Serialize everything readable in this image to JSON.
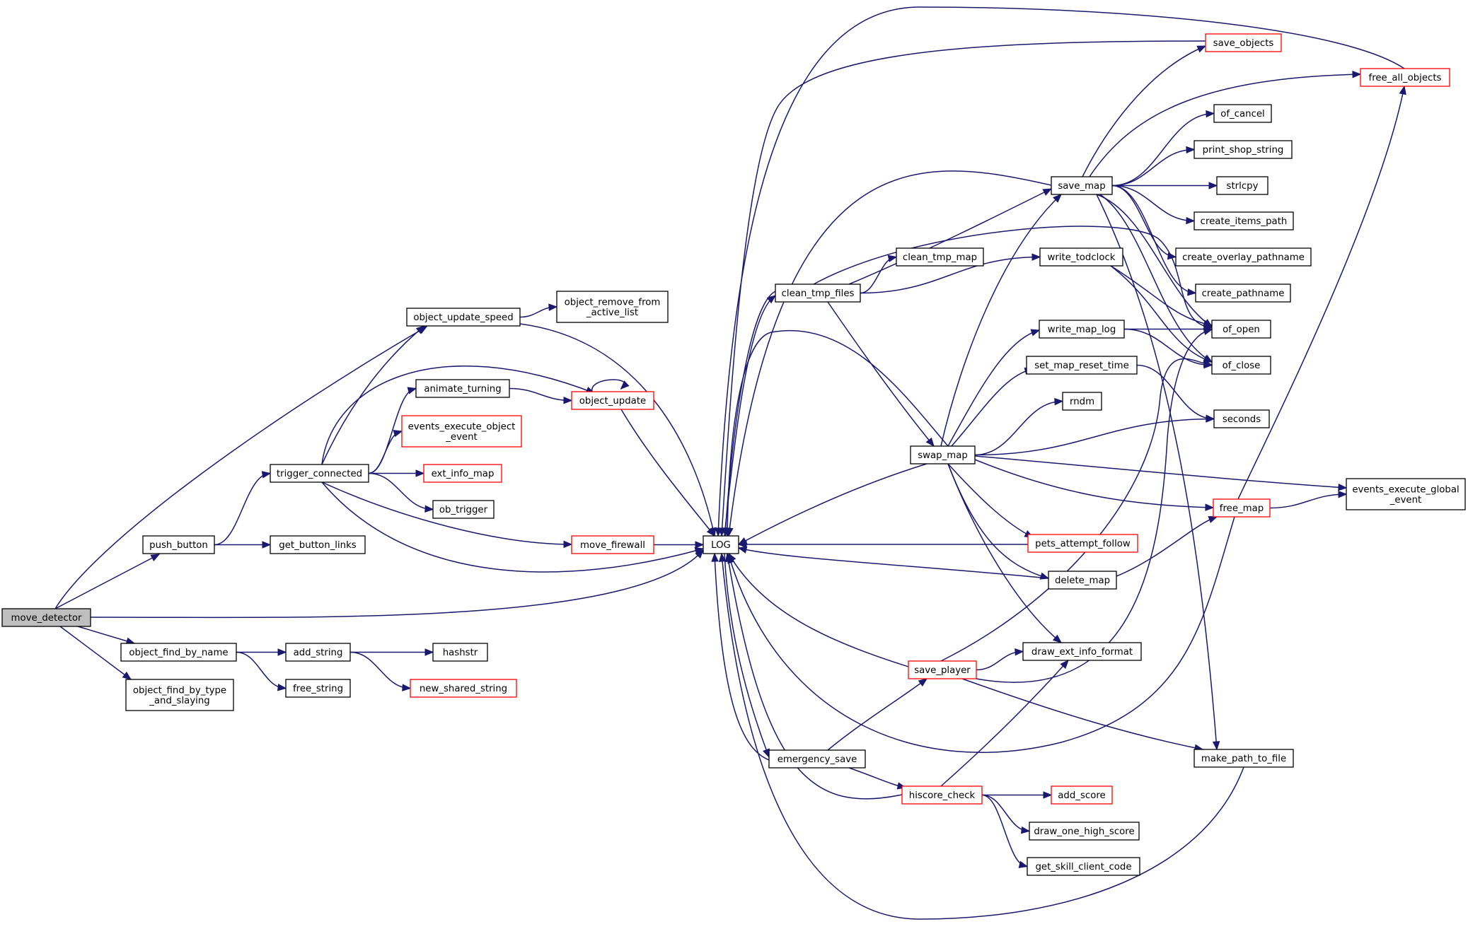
{
  "colors": {
    "edge": "#191970",
    "border": "#000000",
    "incomplete_border": "#ff0000",
    "root_fill": "#bfbfbf",
    "background": "#ffffff"
  },
  "nodes": {
    "move_detector": {
      "lines": [
        "move_detector"
      ],
      "style": "root"
    },
    "object_update_speed": {
      "lines": [
        "object_update_speed"
      ],
      "style": "normal"
    },
    "object_remove_from_active_list": {
      "lines": [
        "object_remove_from",
        "_active_list"
      ],
      "style": "normal"
    },
    "animate_turning": {
      "lines": [
        "animate_turning"
      ],
      "style": "normal"
    },
    "object_update": {
      "lines": [
        "object_update"
      ],
      "style": "red"
    },
    "events_execute_object_event": {
      "lines": [
        "events_execute_object",
        "_event"
      ],
      "style": "red"
    },
    "trigger_connected": {
      "lines": [
        "trigger_connected"
      ],
      "style": "normal"
    },
    "ext_info_map": {
      "lines": [
        "ext_info_map"
      ],
      "style": "red"
    },
    "ob_trigger": {
      "lines": [
        "ob_trigger"
      ],
      "style": "normal"
    },
    "push_button": {
      "lines": [
        "push_button"
      ],
      "style": "normal"
    },
    "get_button_links": {
      "lines": [
        "get_button_links"
      ],
      "style": "normal"
    },
    "move_firewall": {
      "lines": [
        "move_firewall"
      ],
      "style": "red"
    },
    "LOG": {
      "lines": [
        "LOG"
      ],
      "style": "normal"
    },
    "object_find_by_name": {
      "lines": [
        "object_find_by_name"
      ],
      "style": "normal"
    },
    "add_string": {
      "lines": [
        "add_string"
      ],
      "style": "normal"
    },
    "hashstr": {
      "lines": [
        "hashstr"
      ],
      "style": "normal"
    },
    "free_string": {
      "lines": [
        "free_string"
      ],
      "style": "normal"
    },
    "new_shared_string": {
      "lines": [
        "new_shared_string"
      ],
      "style": "red"
    },
    "object_find_by_type_and_slaying": {
      "lines": [
        "object_find_by_type",
        "_and_slaying"
      ],
      "style": "normal"
    },
    "clean_tmp_files": {
      "lines": [
        "clean_tmp_files"
      ],
      "style": "normal"
    },
    "clean_tmp_map": {
      "lines": [
        "clean_tmp_map"
      ],
      "style": "normal"
    },
    "write_todclock": {
      "lines": [
        "write_todclock"
      ],
      "style": "normal"
    },
    "save_map": {
      "lines": [
        "save_map"
      ],
      "style": "normal"
    },
    "save_objects": {
      "lines": [
        "save_objects"
      ],
      "style": "red"
    },
    "free_all_objects": {
      "lines": [
        "free_all_objects"
      ],
      "style": "red"
    },
    "of_cancel": {
      "lines": [
        "of_cancel"
      ],
      "style": "normal"
    },
    "print_shop_string": {
      "lines": [
        "print_shop_string"
      ],
      "style": "normal"
    },
    "strlcpy": {
      "lines": [
        "strlcpy"
      ],
      "style": "normal"
    },
    "create_items_path": {
      "lines": [
        "create_items_path"
      ],
      "style": "normal"
    },
    "create_overlay_pathname": {
      "lines": [
        "create_overlay_pathname"
      ],
      "style": "normal"
    },
    "create_pathname": {
      "lines": [
        "create_pathname"
      ],
      "style": "normal"
    },
    "of_open": {
      "lines": [
        "of_open"
      ],
      "style": "normal"
    },
    "of_close": {
      "lines": [
        "of_close"
      ],
      "style": "normal"
    },
    "write_map_log": {
      "lines": [
        "write_map_log"
      ],
      "style": "normal"
    },
    "set_map_reset_time": {
      "lines": [
        "set_map_reset_time"
      ],
      "style": "normal"
    },
    "rndm": {
      "lines": [
        "rndm"
      ],
      "style": "normal"
    },
    "seconds": {
      "lines": [
        "seconds"
      ],
      "style": "normal"
    },
    "swap_map": {
      "lines": [
        "swap_map"
      ],
      "style": "normal"
    },
    "events_execute_global_event": {
      "lines": [
        "events_execute_global",
        "_event"
      ],
      "style": "normal"
    },
    "free_map": {
      "lines": [
        "free_map"
      ],
      "style": "red"
    },
    "pets_attempt_follow": {
      "lines": [
        "pets_attempt_follow"
      ],
      "style": "red"
    },
    "delete_map": {
      "lines": [
        "delete_map"
      ],
      "style": "normal"
    },
    "draw_ext_info_format": {
      "lines": [
        "draw_ext_info_format"
      ],
      "style": "normal"
    },
    "save_player": {
      "lines": [
        "save_player"
      ],
      "style": "red"
    },
    "make_path_to_file": {
      "lines": [
        "make_path_to_file"
      ],
      "style": "normal"
    },
    "emergency_save": {
      "lines": [
        "emergency_save"
      ],
      "style": "normal"
    },
    "hiscore_check": {
      "lines": [
        "hiscore_check"
      ],
      "style": "red"
    },
    "add_score": {
      "lines": [
        "add_score"
      ],
      "style": "red"
    },
    "draw_one_high_score": {
      "lines": [
        "draw_one_high_score"
      ],
      "style": "normal"
    },
    "get_skill_client_code": {
      "lines": [
        "get_skill_client_code"
      ],
      "style": "normal"
    }
  },
  "edges": [
    [
      "move_detector",
      "object_update_speed"
    ],
    [
      "move_detector",
      "push_button"
    ],
    [
      "move_detector",
      "LOG"
    ],
    [
      "move_detector",
      "object_find_by_name"
    ],
    [
      "move_detector",
      "object_find_by_type_and_slaying"
    ],
    [
      "object_update_speed",
      "object_remove_from_active_list"
    ],
    [
      "object_update_speed",
      "LOG"
    ],
    [
      "push_button",
      "trigger_connected"
    ],
    [
      "push_button",
      "get_button_links"
    ],
    [
      "trigger_connected",
      "object_update_speed"
    ],
    [
      "trigger_connected",
      "object_update"
    ],
    [
      "trigger_connected",
      "animate_turning"
    ],
    [
      "trigger_connected",
      "events_execute_object_event"
    ],
    [
      "trigger_connected",
      "ext_info_map"
    ],
    [
      "trigger_connected",
      "ob_trigger"
    ],
    [
      "trigger_connected",
      "move_firewall"
    ],
    [
      "trigger_connected",
      "LOG"
    ],
    [
      "animate_turning",
      "object_update"
    ],
    [
      "object_update",
      "object_update"
    ],
    [
      "object_update",
      "LOG"
    ],
    [
      "move_firewall",
      "LOG"
    ],
    [
      "object_find_by_name",
      "add_string"
    ],
    [
      "object_find_by_name",
      "free_string"
    ],
    [
      "add_string",
      "hashstr"
    ],
    [
      "add_string",
      "new_shared_string"
    ],
    [
      "LOG",
      "clean_tmp_files"
    ],
    [
      "LOG",
      "emergency_save"
    ],
    [
      "clean_tmp_files",
      "LOG"
    ],
    [
      "clean_tmp_files",
      "clean_tmp_map"
    ],
    [
      "clean_tmp_files",
      "write_todclock"
    ],
    [
      "clean_tmp_files",
      "save_map"
    ],
    [
      "clean_tmp_files",
      "swap_map"
    ],
    [
      "clean_tmp_files",
      "of_open"
    ],
    [
      "save_map",
      "LOG"
    ],
    [
      "save_map",
      "save_objects"
    ],
    [
      "save_map",
      "free_all_objects"
    ],
    [
      "save_map",
      "of_cancel"
    ],
    [
      "save_map",
      "print_shop_string"
    ],
    [
      "save_map",
      "strlcpy"
    ],
    [
      "save_map",
      "create_items_path"
    ],
    [
      "save_map",
      "create_overlay_pathname"
    ],
    [
      "save_map",
      "create_pathname"
    ],
    [
      "save_map",
      "of_open"
    ],
    [
      "save_map",
      "of_close"
    ],
    [
      "save_map",
      "make_path_to_file"
    ],
    [
      "save_objects",
      "LOG"
    ],
    [
      "free_all_objects",
      "LOG"
    ],
    [
      "write_todclock",
      "of_open"
    ],
    [
      "write_todclock",
      "of_close"
    ],
    [
      "write_map_log",
      "of_open"
    ],
    [
      "write_map_log",
      "of_close"
    ],
    [
      "set_map_reset_time",
      "seconds"
    ],
    [
      "swap_map",
      "LOG"
    ],
    [
      "swap_map",
      "save_map"
    ],
    [
      "swap_map",
      "write_map_log"
    ],
    [
      "swap_map",
      "set_map_reset_time"
    ],
    [
      "swap_map",
      "rndm"
    ],
    [
      "swap_map",
      "seconds"
    ],
    [
      "swap_map",
      "events_execute_global_event"
    ],
    [
      "swap_map",
      "free_map"
    ],
    [
      "swap_map",
      "pets_attempt_follow"
    ],
    [
      "swap_map",
      "delete_map"
    ],
    [
      "swap_map",
      "draw_ext_info_format"
    ],
    [
      "swap_map",
      "of_open"
    ],
    [
      "free_map",
      "LOG"
    ],
    [
      "free_map",
      "free_all_objects"
    ],
    [
      "free_map",
      "events_execute_global_event"
    ],
    [
      "pets_attempt_follow",
      "LOG"
    ],
    [
      "delete_map",
      "LOG"
    ],
    [
      "delete_map",
      "free_map"
    ],
    [
      "emergency_save",
      "LOG"
    ],
    [
      "emergency_save",
      "save_player"
    ],
    [
      "emergency_save",
      "hiscore_check"
    ],
    [
      "save_player",
      "LOG"
    ],
    [
      "save_player",
      "draw_ext_info_format"
    ],
    [
      "save_player",
      "of_close"
    ],
    [
      "save_player",
      "of_open"
    ],
    [
      "save_player",
      "make_path_to_file"
    ],
    [
      "make_path_to_file",
      "LOG"
    ],
    [
      "hiscore_check",
      "LOG"
    ],
    [
      "hiscore_check",
      "draw_ext_info_format"
    ],
    [
      "hiscore_check",
      "add_score"
    ],
    [
      "hiscore_check",
      "draw_one_high_score"
    ],
    [
      "hiscore_check",
      "get_skill_client_code"
    ]
  ]
}
